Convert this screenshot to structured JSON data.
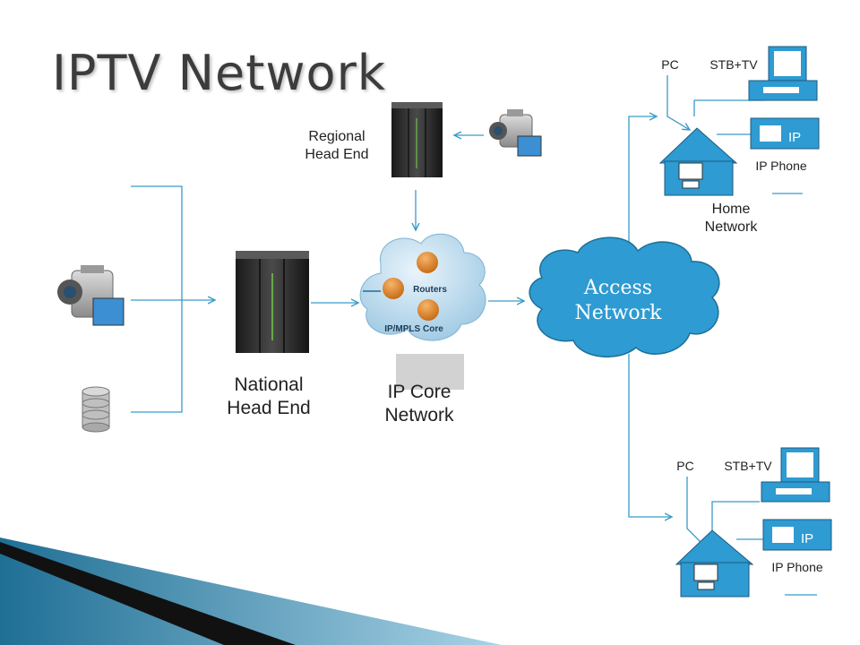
{
  "slide": {
    "title": "IPTV Network"
  },
  "diagram": {
    "regional_head_end": "Regional\nHead End",
    "national_head_end": "National\nHead End",
    "ip_core_network": "IP Core\nNetwork",
    "routers": "Routers",
    "ip_mpls_core": "IP/MPLS Core",
    "access_network": "Access\nNetwork",
    "home_network": "Home\nNetwork",
    "home_top": {
      "pc": "PC",
      "stb_tv": "STB+TV",
      "ip_phone": "IP Phone",
      "ip_tag": "IP"
    },
    "home_bottom": {
      "pc": "PC",
      "stb_tv": "STB+TV",
      "ip_phone": "IP Phone",
      "ip_tag": "IP"
    }
  },
  "colors": {
    "connector": "#3a9ac9",
    "cloud": "#2e9bd2",
    "slide_band": "#1f6f95"
  }
}
